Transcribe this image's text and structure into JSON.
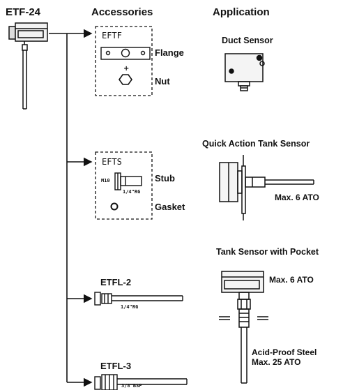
{
  "headers": {
    "product": "ETF-24",
    "accessories": "Accessories",
    "application": "Application"
  },
  "accessories": {
    "etff": {
      "title": "EFTF",
      "flange": "Flange",
      "nut": "Nut"
    },
    "efts": {
      "title": "EFTS",
      "stub": "Stub",
      "gasket": "Gasket",
      "m10": "M10",
      "thread": "1/4\"RG"
    },
    "etfl2": {
      "title": "ETFL-2",
      "thread": "1/4\"RG"
    },
    "etfl3": {
      "title": "ETFL-3",
      "thread": "3/8\"BSP"
    }
  },
  "applications": {
    "duct": {
      "title": "Duct Sensor"
    },
    "quick": {
      "title": "Quick Action Tank Sensor",
      "note": "Max. 6 ATO"
    },
    "pocket": {
      "title": "Tank Sensor with Pocket",
      "note": "Max. 6 ATO",
      "material_line1": "Acid-Proof Steel",
      "material_line2": "Max. 25 ATO"
    }
  }
}
